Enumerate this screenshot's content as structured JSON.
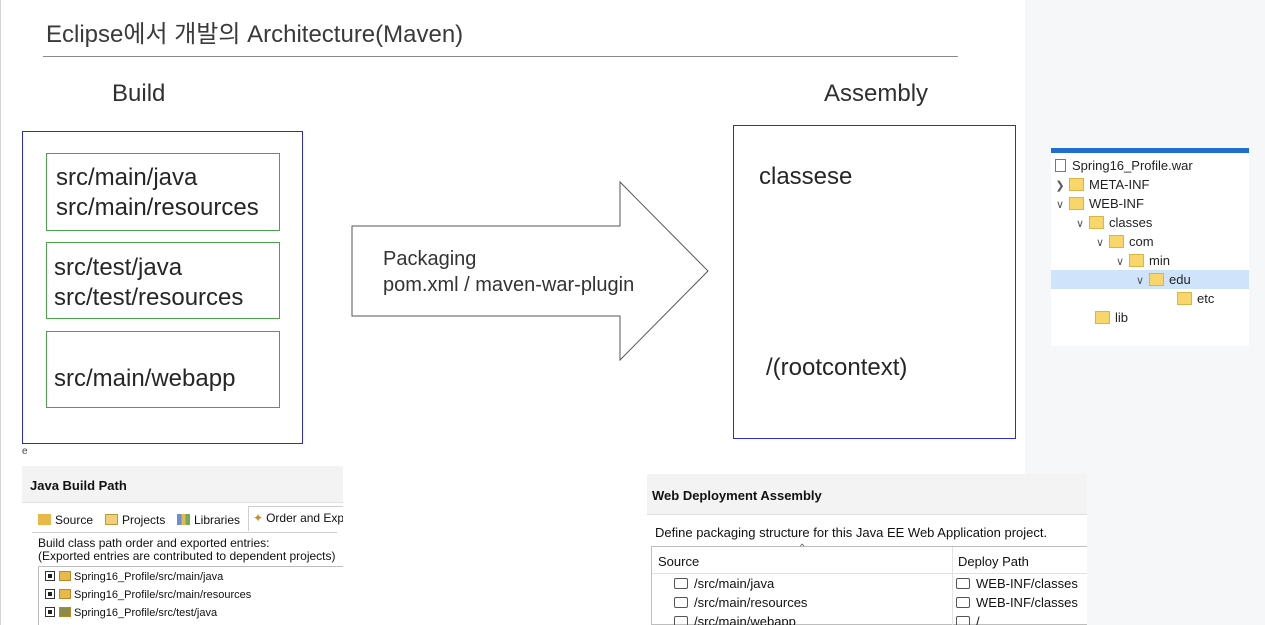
{
  "title": "Eclipse에서 개발의 Architecture(Maven)",
  "build": {
    "heading": "Build",
    "groups": [
      [
        "src/main/java",
        "src/main/resources"
      ],
      [
        "src/test/java",
        "src/test/resources"
      ],
      [
        "src/main/webapp"
      ]
    ],
    "footnote": "e"
  },
  "packaging": {
    "line1": "Packaging",
    "line2": "pom.xml / maven-war-plugin"
  },
  "assembly": {
    "heading": "Assembly",
    "top_label": "classese",
    "bottom_label": "/(rootcontext)"
  },
  "war_tree": {
    "root": "Spring16_Profile.war",
    "items": [
      "META-INF",
      "WEB-INF",
      "classes",
      "com",
      "min",
      "edu",
      "etc",
      "lib"
    ]
  },
  "java_build_path": {
    "title": "Java Build Path",
    "tabs": [
      "Source",
      "Projects",
      "Libraries",
      "Order and Exp"
    ],
    "desc1": "Build class path order and exported entries:",
    "desc2": "(Exported entries are contributed to dependent projects)",
    "entries": [
      "Spring16_Profile/src/main/java",
      "Spring16_Profile/src/main/resources",
      "Spring16_Profile/src/test/java"
    ]
  },
  "web_deployment": {
    "title": "Web Deployment Assembly",
    "description": "Define packaging structure for this Java EE Web Application project.",
    "col_source": "Source",
    "col_deploy": "Deploy Path",
    "rows": [
      {
        "source": "/src/main/java",
        "deploy": "WEB-INF/classes"
      },
      {
        "source": "/src/main/resources",
        "deploy": "WEB-INF/classes"
      },
      {
        "source": "/src/main/webapp",
        "deploy": "/"
      }
    ]
  },
  "colors": {
    "box_border": "#2b2bd6",
    "group_border": "#4aa34a",
    "tree_accent": "#1e6fd0",
    "selection": "#cfe4fa"
  }
}
